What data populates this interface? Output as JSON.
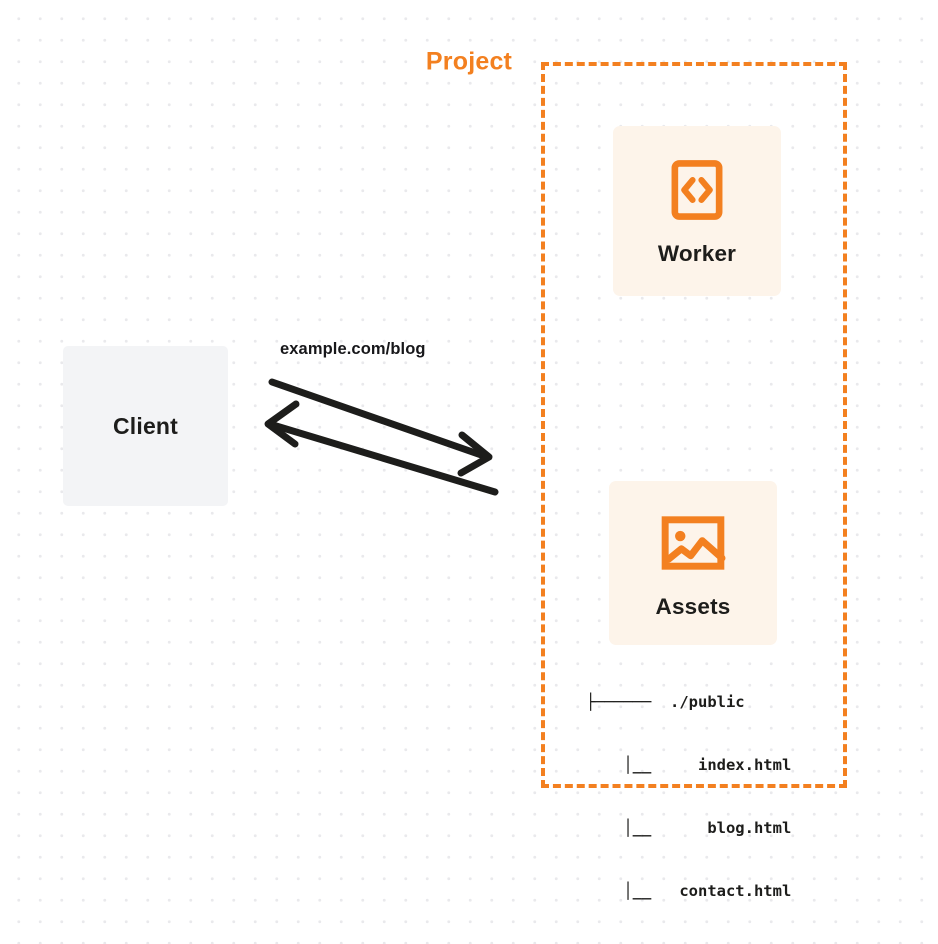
{
  "diagram": {
    "type": "architecture-diagram",
    "background": "dot-grid",
    "accent_color": "#f38020",
    "card_bg_color": "#fdf4ea",
    "client_bg_color": "#f3f4f6",
    "text_color": "#1d1d1b"
  },
  "client": {
    "label": "Client"
  },
  "connector": {
    "label": "example.com/blog",
    "request_direction": "client-to-project",
    "response_direction": "project-to-client"
  },
  "project": {
    "title": "Project",
    "nodes": [
      {
        "label": "Worker",
        "icon": "code-brackets-icon"
      },
      {
        "label": "Assets",
        "icon": "image-picture-icon"
      }
    ]
  },
  "file_tree": {
    "rows": [
      {
        "connector": "├─────",
        "name": "./public"
      },
      {
        "connector": "    │__",
        "name": "   index.html"
      },
      {
        "connector": "    │__",
        "name": "    blog.html"
      },
      {
        "connector": "    │__",
        "name": " contact.html"
      }
    ],
    "lines": [
      "├──────  ./public",
      "    │__     index.html",
      "    │__      blog.html",
      "    │__   contact.html"
    ]
  }
}
